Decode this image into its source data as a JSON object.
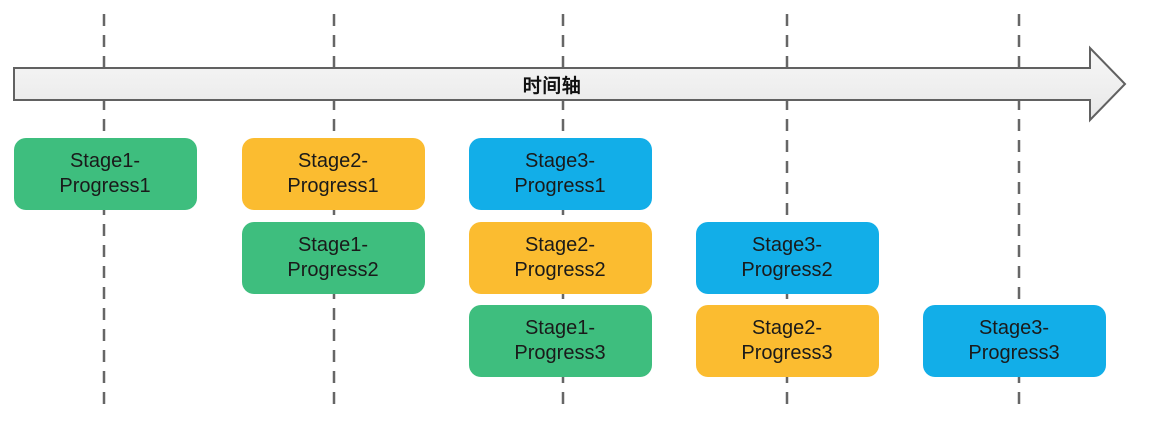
{
  "timeline": {
    "label": "时间轴"
  },
  "colors": {
    "stage1": "#3EBE7E",
    "stage2": "#FBBC30",
    "stage3": "#12AEE8",
    "axis_fill_top": "#F7F7F7",
    "axis_fill_bottom": "#E8E8E8",
    "axis_stroke": "#616161",
    "dashed_line": "#666666",
    "task_text": "#1A1A1A"
  },
  "tasks": [
    {
      "stage": 1,
      "line1": "Stage1-",
      "line2": "Progress1",
      "col": 0,
      "row": 0
    },
    {
      "stage": 2,
      "line1": "Stage2-",
      "line2": "Progress1",
      "col": 1,
      "row": 0
    },
    {
      "stage": 3,
      "line1": "Stage3-",
      "line2": "Progress1",
      "col": 2,
      "row": 0
    },
    {
      "stage": 1,
      "line1": "Stage1-",
      "line2": "Progress2",
      "col": 1,
      "row": 1
    },
    {
      "stage": 2,
      "line1": "Stage2-",
      "line2": "Progress2",
      "col": 2,
      "row": 1
    },
    {
      "stage": 3,
      "line1": "Stage3-",
      "line2": "Progress2",
      "col": 3,
      "row": 1
    },
    {
      "stage": 1,
      "line1": "Stage1-",
      "line2": "Progress3",
      "col": 2,
      "row": 2
    },
    {
      "stage": 2,
      "line1": "Stage2-",
      "line2": "Progress3",
      "col": 3,
      "row": 2
    },
    {
      "stage": 3,
      "line1": "Stage3-",
      "line2": "Progress3",
      "col": 4,
      "row": 2
    }
  ]
}
